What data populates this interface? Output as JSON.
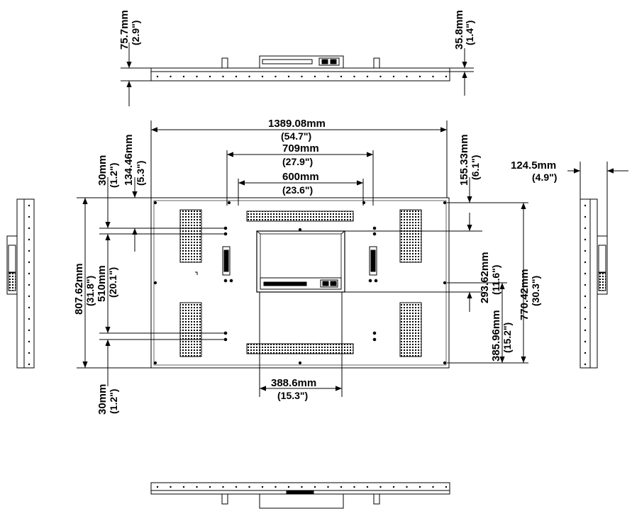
{
  "dimensions": {
    "top_depth": {
      "mm": "75.7mm",
      "in": "(2.9\")"
    },
    "top_depth_slim": {
      "mm": "35.8mm",
      "in": "(1.4\")"
    },
    "width": {
      "mm": "1389.08mm",
      "in": "(54.7\")"
    },
    "vesa_h1": {
      "mm": "709mm",
      "in": "(27.9\")"
    },
    "vesa_h2": {
      "mm": "600mm",
      "in": "(23.6\")"
    },
    "top_margin": {
      "mm": "30mm",
      "in": "(1.2\")"
    },
    "vesa_top_offset": {
      "mm": "134.46mm",
      "in": "(5.3\")"
    },
    "right_top": {
      "mm": "155.33mm",
      "in": "(6.1\")"
    },
    "side_depth": {
      "mm": "124.5mm",
      "in": "(4.9\")"
    },
    "height": {
      "mm": "807.62mm",
      "in": "(31.8\")"
    },
    "vesa_v": {
      "mm": "510mm",
      "in": "(20.1\")"
    },
    "box_v": {
      "mm": "293.62mm",
      "in": "(11.6\")"
    },
    "inner_height": {
      "mm": "770.42mm",
      "in": "(30.3\")"
    },
    "box_bottom": {
      "mm": "385.96mm",
      "in": "(15.2\")"
    },
    "box_width": {
      "mm": "388.6mm",
      "in": "(15.3\")"
    },
    "bottom_margin": {
      "mm": "30mm",
      "in": "(1.2\")"
    }
  }
}
